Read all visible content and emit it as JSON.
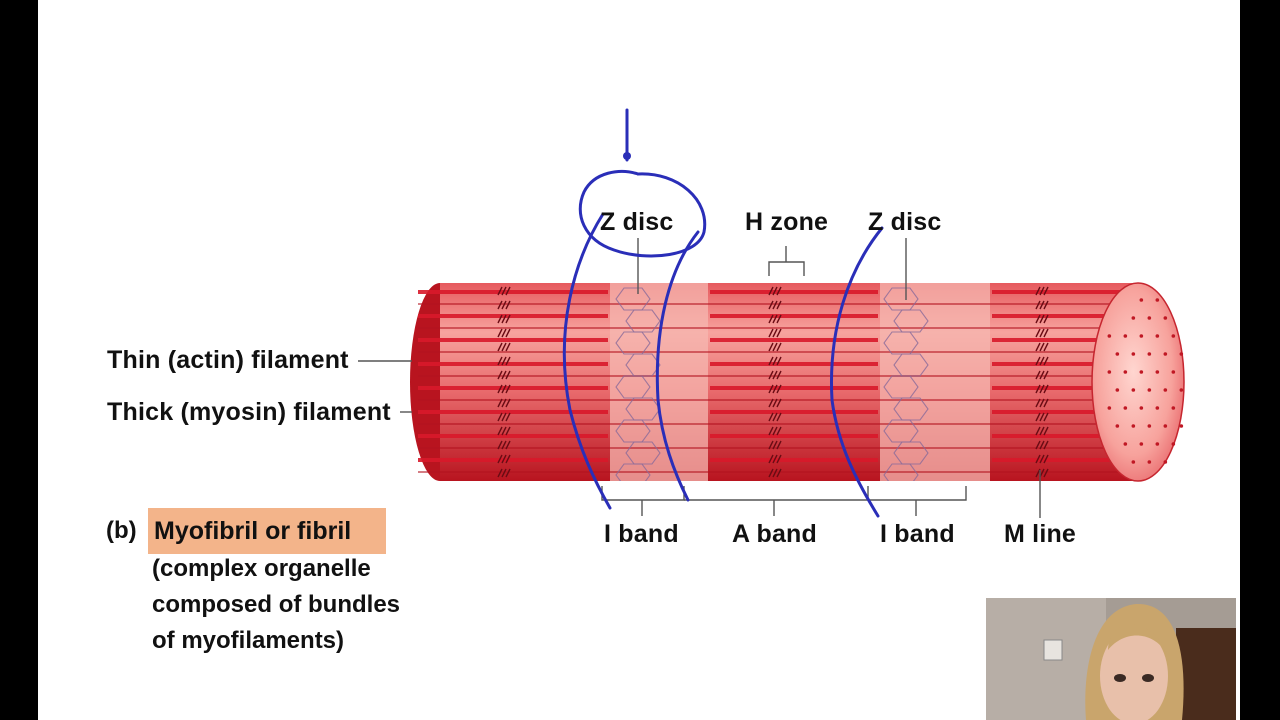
{
  "labels": {
    "z_disc_left": "Z disc",
    "h_zone": "H zone",
    "z_disc_right": "Z disc",
    "thin_filament": "Thin (actin) filament",
    "thick_filament": "Thick (myosin) filament",
    "i_band_left": "I band",
    "a_band": "A band",
    "i_band_right": "I band",
    "m_line": "M line"
  },
  "caption": {
    "part": "(b)",
    "title": "Myofibril or fibril",
    "line1": "(complex organelle",
    "line2": "composed of bundles",
    "line3": "of myofilaments)"
  },
  "colors": {
    "myofibril_dark": "#c0202a",
    "myofibril_light": "#f4a6a2",
    "filament_red": "#d8182a",
    "annotation_ink": "#2a2eb8",
    "highlight": "#f3b48a"
  }
}
